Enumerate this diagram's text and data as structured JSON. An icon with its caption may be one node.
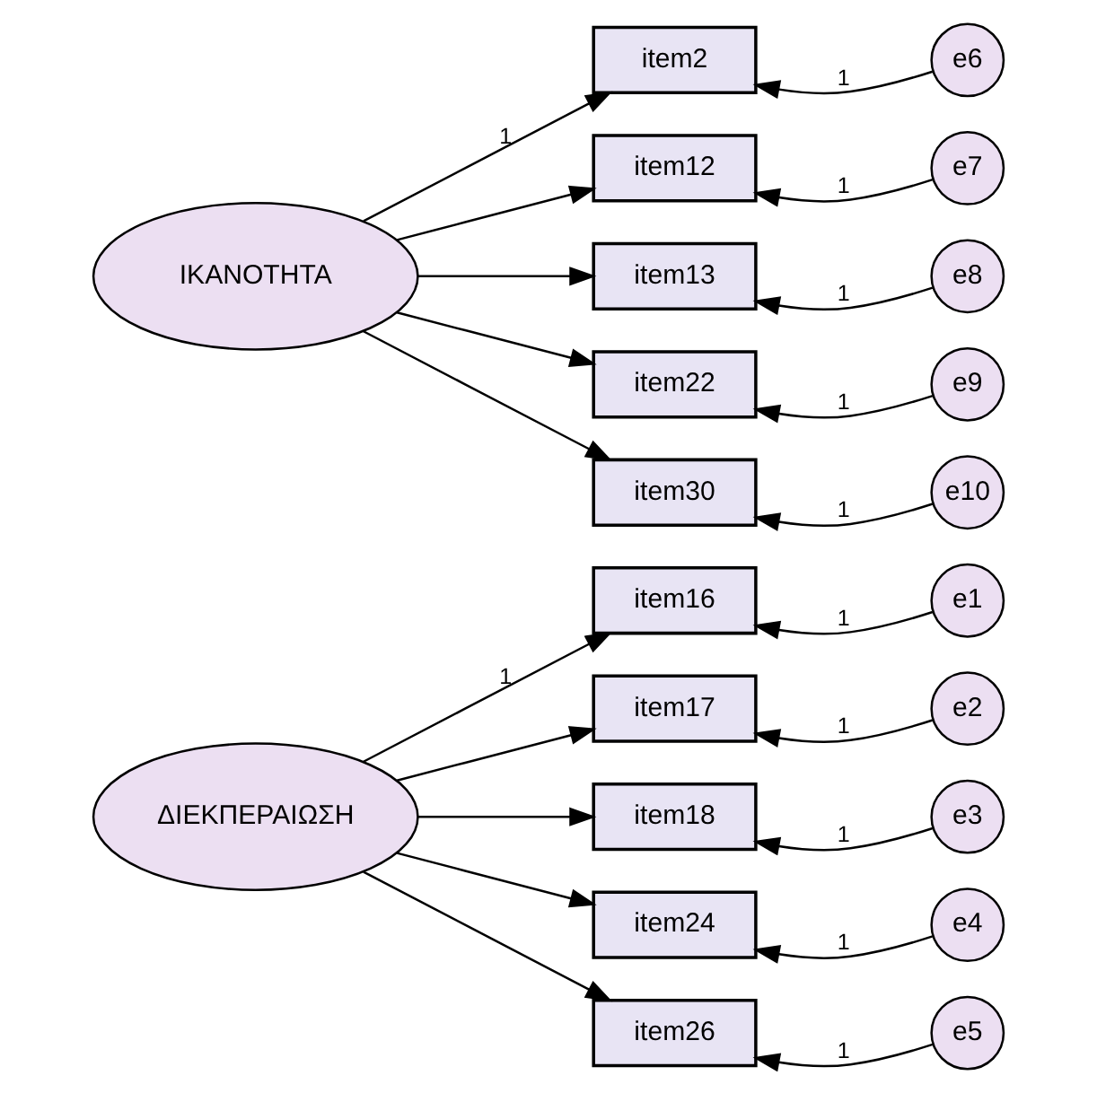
{
  "diagram": {
    "nodes": [
      {
        "text": [
          "ΔΙΕΚΠΕΡΑΙΩΣΗ"
        ]
      },
      {
        "text": [
          "item16"
        ]
      },
      {
        "text": [
          "item17"
        ]
      },
      {
        "text": [
          "item18"
        ]
      },
      {
        "text": [
          "item24"
        ]
      },
      {
        "text": [
          "item26"
        ]
      },
      {
        "text": [
          "e1"
        ]
      },
      {
        "text": [
          "e2"
        ]
      },
      {
        "text": [
          "e3"
        ]
      },
      {
        "text": [
          "e4"
        ]
      },
      {
        "text": [
          "e5"
        ]
      },
      {
        "text": [
          "ΙΚΑΝΟΤΗΤΑ"
        ]
      },
      {
        "text": [
          "item2"
        ]
      },
      {
        "text": [
          "item12"
        ]
      },
      {
        "text": [
          "item13"
        ]
      },
      {
        "text": [
          "item22"
        ]
      },
      {
        "text": [
          "item30"
        ]
      },
      {
        "text": [
          "e6"
        ]
      },
      {
        "text": [
          "e7"
        ]
      },
      {
        "text": [
          "e8"
        ]
      },
      {
        "text": [
          "e9"
        ]
      },
      {
        "text": [
          "e10"
        ]
      }
    ],
    "edges": [
      {
        "from": 0,
        "to": 1,
        "arrow": "to",
        "label": "1"
      },
      {
        "from": 0,
        "to": 2,
        "arrow": "to"
      },
      {
        "from": 0,
        "to": 3,
        "arrow": "to"
      },
      {
        "from": 0,
        "to": 4,
        "arrow": "to"
      },
      {
        "from": 0,
        "to": 5,
        "arrow": "to"
      },
      {
        "from": 6,
        "to": 1,
        "arrow": "to",
        "label": "1"
      },
      {
        "from": 7,
        "to": 2,
        "arrow": "to",
        "label": "1"
      },
      {
        "from": 8,
        "to": 3,
        "arrow": "to",
        "label": "1"
      },
      {
        "from": 9,
        "to": 4,
        "arrow": "to",
        "label": "1"
      },
      {
        "from": 10,
        "to": 5,
        "arrow": "to",
        "label": "1"
      },
      {
        "from": 11,
        "to": 12,
        "arrow": "to",
        "label": "1"
      },
      {
        "from": 11,
        "to": 13,
        "arrow": "to"
      },
      {
        "from": 11,
        "to": 14,
        "arrow": "to"
      },
      {
        "from": 11,
        "to": 15,
        "arrow": "to"
      },
      {
        "from": 11,
        "to": 16,
        "arrow": "to"
      },
      {
        "from": 17,
        "to": 12,
        "arrow": "to",
        "label": "1"
      },
      {
        "from": 18,
        "to": 13,
        "arrow": "to",
        "label": "1"
      },
      {
        "from": 19,
        "to": 14,
        "arrow": "to",
        "label": "1"
      },
      {
        "from": 20,
        "to": 15,
        "arrow": "to",
        "label": "1"
      },
      {
        "from": 21,
        "to": 16,
        "arrow": "to",
        "label": "1"
      }
    ]
  }
}
